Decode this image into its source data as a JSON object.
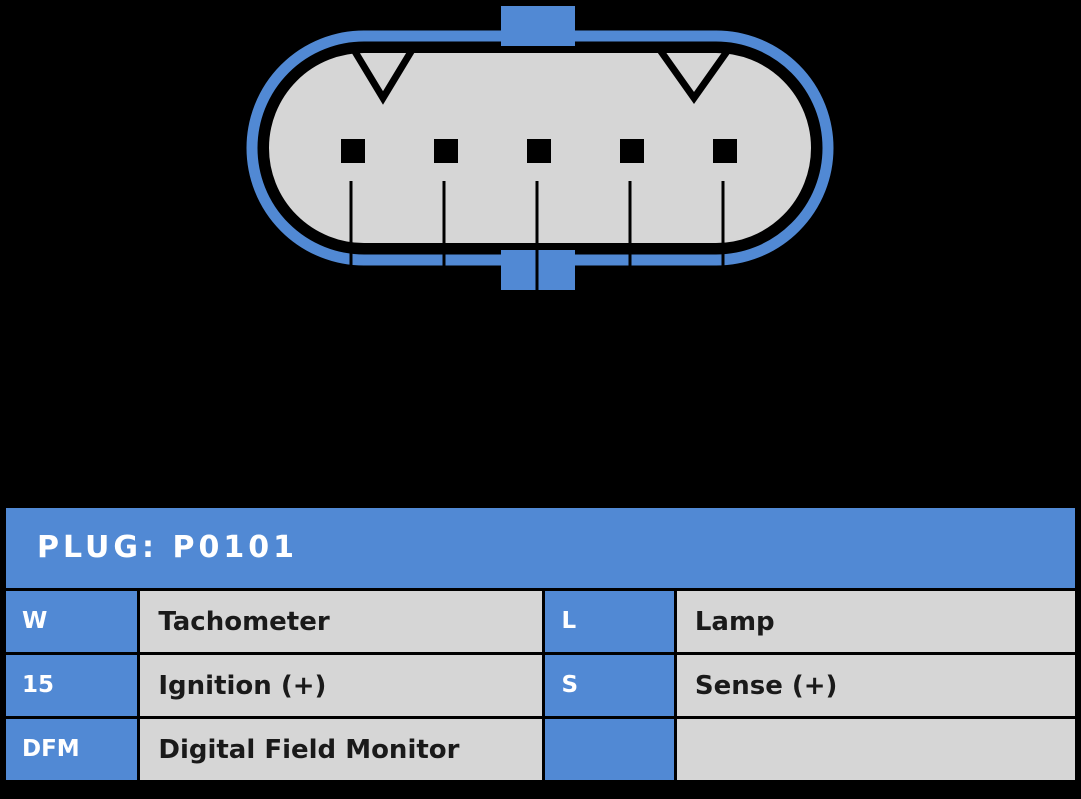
{
  "colors": {
    "background": "#000000",
    "accent_blue": "#5189D4",
    "body_gray": "#D6D6D6",
    "outline_black": "#000000",
    "text_light": "#FFFFFF",
    "text_dark": "#1A1A1A"
  },
  "diagram": {
    "name": "connector-plug-face-view",
    "shape": "rounded-rectangle-with-center-locking-tabs",
    "pin_count": 5,
    "notch_count": 2,
    "tab_positions": [
      "top-center",
      "bottom-center"
    ]
  },
  "table": {
    "header": {
      "label": "PLUG: P0101"
    },
    "rows": [
      {
        "pin_left": "W",
        "desc_left": "Tachometer",
        "pin_right": "L",
        "desc_right": "Lamp"
      },
      {
        "pin_left": "15",
        "desc_left": "Ignition (+)",
        "pin_right": "S",
        "desc_right": "Sense (+)"
      },
      {
        "pin_left": "DFM",
        "desc_left": "Digital Field Monitor",
        "pin_right": "",
        "desc_right": ""
      }
    ]
  }
}
